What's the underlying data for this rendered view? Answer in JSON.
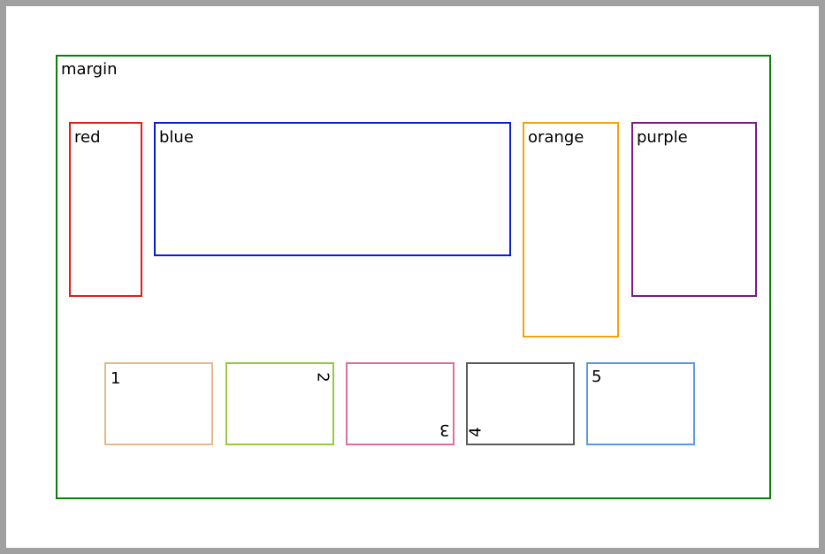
{
  "colors": {
    "window_frame": "#a0a0a0",
    "page_background": "#ffffff",
    "margin": "#0a7d0a",
    "red": "#e01b1b",
    "blue": "#0b1bd0",
    "orange": "#f2a20c",
    "purple": "#7a1a84",
    "box_1": "#e3b98a",
    "box_2": "#97c83d",
    "box_3": "#de6f9c",
    "box_4": "#5b5b5b",
    "box_5": "#5a98e4"
  },
  "margin": {
    "label": "margin"
  },
  "top_row": {
    "red": {
      "label": "red"
    },
    "blue": {
      "label": "blue"
    },
    "orange": {
      "label": "orange"
    },
    "purple": {
      "label": "purple"
    }
  },
  "bottom_row": {
    "box_1": {
      "label": "1"
    },
    "box_2": {
      "label": "2"
    },
    "box_3": {
      "label": "3"
    },
    "box_4": {
      "label": "4"
    },
    "box_5": {
      "label": "5"
    }
  }
}
